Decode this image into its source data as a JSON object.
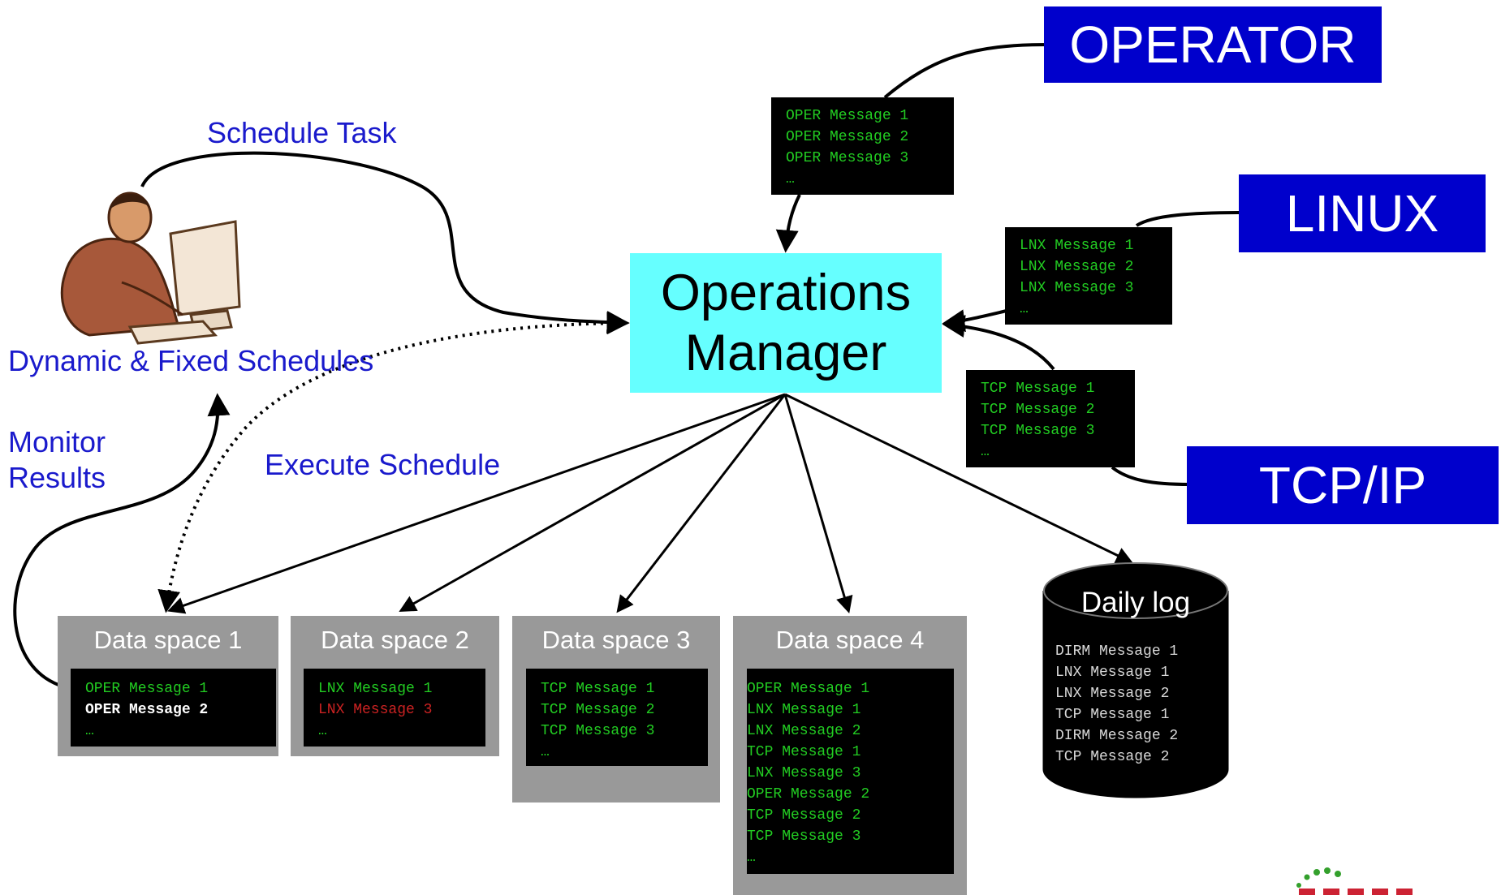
{
  "sources": {
    "operator": "OPERATOR",
    "linux": "LINUX",
    "tcpip": "TCP/IP"
  },
  "center": {
    "line1": "Operations",
    "line2": "Manager"
  },
  "labels": {
    "schedule_task": "Schedule Task",
    "schedules": "Dynamic & Fixed Schedules",
    "monitor_line1": "Monitor",
    "monitor_line2": "Results",
    "execute": "Execute Schedule"
  },
  "queues": {
    "oper": [
      "OPER Message 1",
      "OPER Message 2",
      "OPER Message 3",
      "…"
    ],
    "lnx": [
      "LNX Message 1",
      "LNX Message 2",
      "LNX Message 3",
      "…"
    ],
    "tcp": [
      "TCP Message 1",
      "TCP Message 2",
      "TCP Message 3",
      "…"
    ]
  },
  "data_spaces": [
    {
      "title": "Data space 1",
      "lines": [
        {
          "text": "OPER Message 1",
          "style": "green"
        },
        {
          "text": "OPER Message 2",
          "style": "bold-white"
        },
        {
          "text": "…",
          "style": "green"
        }
      ]
    },
    {
      "title": "Data space 2",
      "lines": [
        {
          "text": "LNX Message 1",
          "style": "green"
        },
        {
          "text": "LNX Message 3",
          "style": "red"
        },
        {
          "text": "…",
          "style": "green"
        }
      ]
    },
    {
      "title": "Data space 3",
      "lines": [
        {
          "text": "TCP Message 1",
          "style": "green"
        },
        {
          "text": "TCP Message 2",
          "style": "green"
        },
        {
          "text": "TCP Message 3",
          "style": "green"
        },
        {
          "text": "…",
          "style": "green"
        }
      ]
    },
    {
      "title": "Data space 4",
      "lines": [
        {
          "text": "OPER Message 1",
          "style": "green"
        },
        {
          "text": "LNX Message 1",
          "style": "green"
        },
        {
          "text": "LNX Message 2",
          "style": "green"
        },
        {
          "text": "TCP Message 1",
          "style": "green"
        },
        {
          "text": "LNX Message 3",
          "style": "green"
        },
        {
          "text": "OPER Message 2",
          "style": "green"
        },
        {
          "text": "TCP Message 2",
          "style": "green"
        },
        {
          "text": "TCP Message 3",
          "style": "green"
        },
        {
          "text": "…",
          "style": "green"
        }
      ]
    }
  ],
  "daily_log": {
    "title": "Daily log",
    "lines": [
      "DIRM Message 1",
      "LNX Message 1",
      "LNX Message 2",
      "TCP Message 1",
      "DIRM Message 2",
      "TCP Message 2"
    ]
  },
  "colors": {
    "source_box": "#0000cc",
    "center_box": "#66ffff",
    "label_text": "#1a1acc",
    "terminal_bg": "#000000",
    "terminal_text": "#22cc22",
    "data_space_bg": "#999999"
  },
  "icons": {
    "person": "person-at-computer-clipart",
    "logo": "share-logo"
  }
}
